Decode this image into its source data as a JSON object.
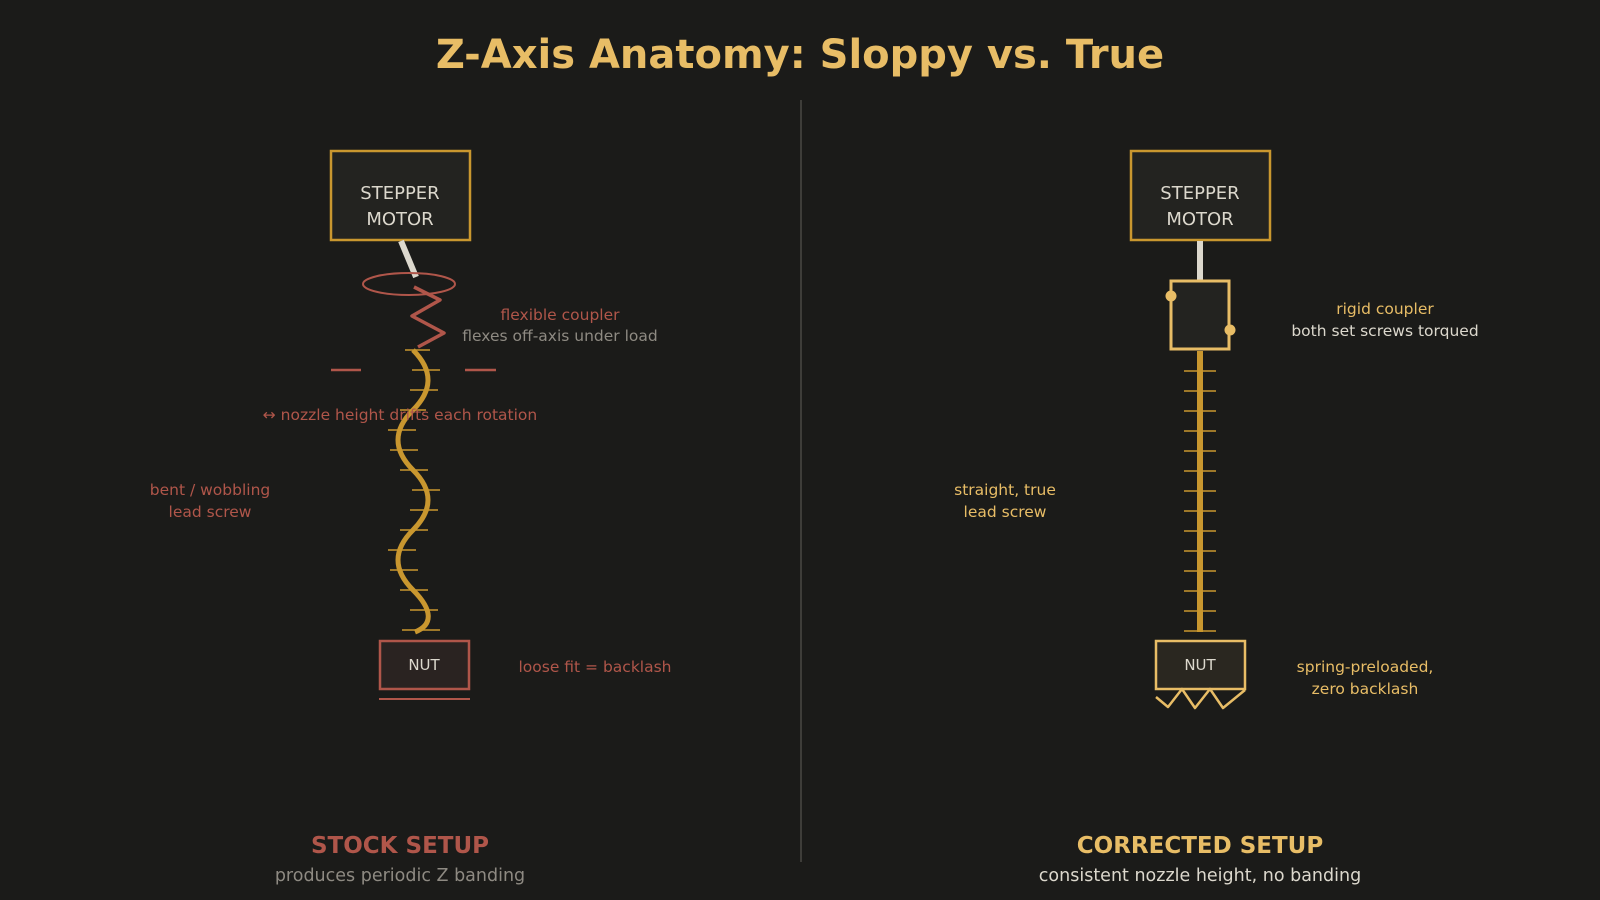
{
  "title": "Z-Axis Anatomy: Sloppy vs. True",
  "colors": {
    "background": "#1b1b19",
    "gold": "#e8bd66",
    "screw_gold": "#c9972f",
    "red": "#b0564a",
    "muted": "#8e8a82",
    "light": "#dcd8cd",
    "box_fill": "#232320"
  },
  "stock": {
    "motor_line1": "STEPPER",
    "motor_line2": "MOTOR",
    "coupler_label": "flexible coupler",
    "coupler_note": "flexes off-axis under load",
    "drift_note": "↔ nozzle height drifts each rotation",
    "screw_label_line1": "bent / wobbling",
    "screw_label_line2": "lead screw",
    "nut_label": "NUT",
    "nut_note": "loose fit = backlash",
    "heading": "STOCK SETUP",
    "subheading": "produces periodic Z banding"
  },
  "corrected": {
    "motor_line1": "STEPPER",
    "motor_line2": "MOTOR",
    "coupler_label": "rigid coupler",
    "coupler_note": "both set screws torqued",
    "screw_label_line1": "straight, true",
    "screw_label_line2": "lead screw",
    "nut_label": "NUT",
    "nut_note_line1": "spring-preloaded,",
    "nut_note_line2": "zero backlash",
    "heading": "CORRECTED SETUP",
    "subheading": "consistent nozzle height, no banding"
  }
}
